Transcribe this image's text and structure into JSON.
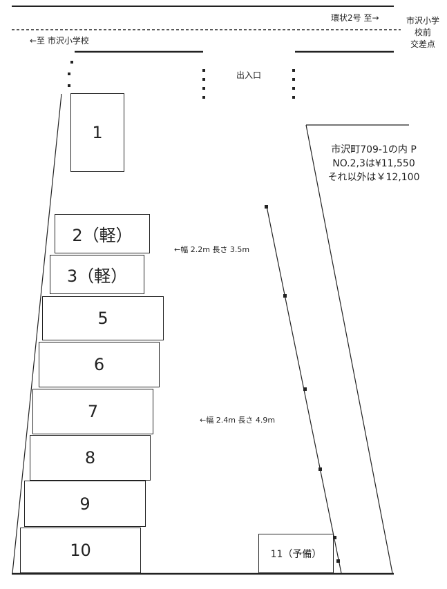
{
  "road": {
    "route_label": "環状2号  至→",
    "school_direction_label": "←至  市沢小学校",
    "intersection_label": [
      "市沢小学",
      "校前",
      "交差点"
    ]
  },
  "entrance_label": "出入口",
  "notice": {
    "lines": [
      "市沢町709-1の内  P",
      "NO.2,3は¥11,550",
      "それ以外は￥12,100"
    ]
  },
  "dimensions": {
    "kei_spots": "←幅  2.2m  長さ  3.5m",
    "standard_spots": "←幅  2.4m  長さ  4.9m"
  },
  "spots": [
    "1",
    "2（軽）",
    "3（軽）",
    "5",
    "6",
    "7",
    "8",
    "9",
    "10",
    "11（予備）"
  ],
  "colors": {
    "ink": "#222222",
    "background": "#ffffff"
  }
}
